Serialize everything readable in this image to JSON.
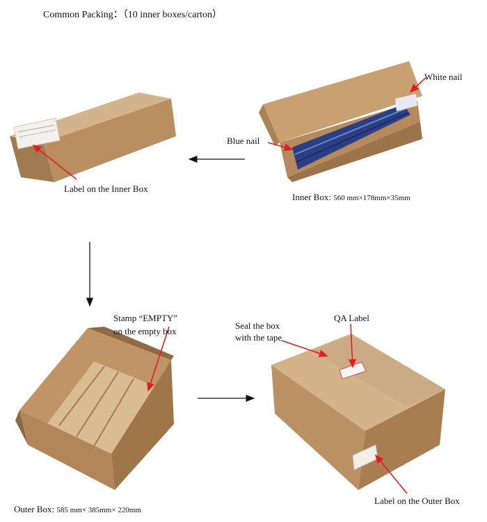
{
  "heading": "Common Packing：（10 inner boxes/carton）",
  "labels": {
    "white_nail": "White nail",
    "blue_nail": "Blue nail",
    "label_inner_box": "Label on the Inner Box",
    "inner_box_dims_prefix": "Inner Box:",
    "inner_box_dims": "560 mm×178mm×35mm",
    "stamp_line1": "Stamp   “EMPTY”",
    "stamp_line2": "on the empty box",
    "seal_line1": "Seal  the  box",
    "seal_line2": "with the tape",
    "qa_label": "QA Label",
    "outer_box_dims_prefix": "Outer Box:",
    "outer_box_dims": "585 mm×  385mm×  220mm",
    "label_outer_box": "Label on the Outer Box"
  },
  "colors": {
    "cardboard": "#b48a5e",
    "cardboard_light": "#d9bd98",
    "cardboard_dark": "#8a6a45",
    "blue_rolls": "#2b3f86",
    "annotation_arrow": "#e02020"
  }
}
